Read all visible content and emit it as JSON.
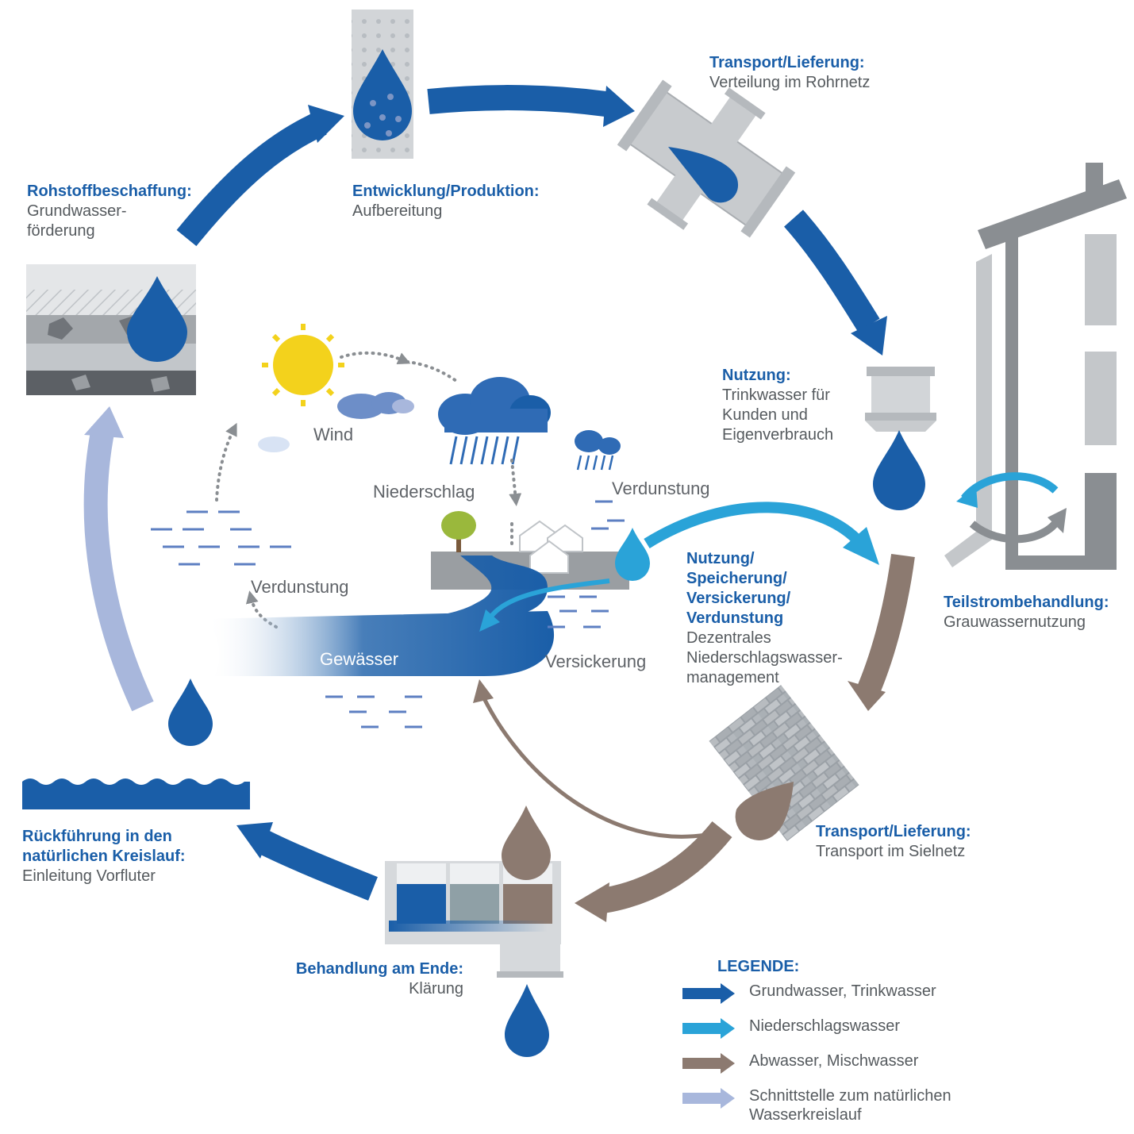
{
  "colors": {
    "groundwater": "#1a5ea8",
    "precipitation": "#2aa3d8",
    "wastewater": "#8c7a70",
    "interface": "#a8b7dc",
    "label_heading": "#1a5ea8",
    "label_text": "#555a5e"
  },
  "stages": {
    "raw_material": {
      "heading": "Rohstoffbeschaffung:",
      "lines": [
        "Grundwasser-",
        "förderung"
      ]
    },
    "production": {
      "heading": "Entwicklung/Produktion:",
      "lines": [
        "Aufbereitung"
      ]
    },
    "transport_supply": {
      "heading": "Transport/Lieferung:",
      "lines": [
        "Verteilung im Rohrnetz"
      ]
    },
    "usage": {
      "heading": "Nutzung:",
      "lines": [
        "Trinkwasser für",
        "Kunden und",
        "Eigenverbrauch"
      ]
    },
    "partial_treatment": {
      "heading": "Teilstrombehandlung:",
      "lines": [
        "Grauwassernutzung"
      ]
    },
    "storm_management": {
      "heading": "Nutzung/\nSpeicherung/\nVersickerung/\nVerdunstung",
      "lines": [
        "Dezentrales",
        "Niederschlagswasser-",
        "management"
      ]
    },
    "transport_sewer": {
      "heading": "Transport/Lieferung:",
      "lines": [
        "Transport im Sielnetz"
      ]
    },
    "end_treatment": {
      "heading": "Behandlung am Ende:",
      "lines": [
        "Klärung"
      ]
    },
    "return": {
      "heading": "Rückführung in den\nnatürlichen Kreislauf:",
      "lines": [
        "Einleitung Vorfluter"
      ]
    }
  },
  "scene_labels": {
    "wind": "Wind",
    "precipitation": "Niederschlag",
    "evaporation_right": "Verdunstung",
    "evaporation_left": "Verdunstung",
    "water_body": "Gewässer",
    "infiltration": "Versickerung"
  },
  "icons": [
    "filter-icon",
    "pipe-icon",
    "tap-icon",
    "house-icon",
    "soil-icon",
    "sewer-pipe-icon",
    "treatment-plant-icon",
    "sun-icon",
    "cloud-icon",
    "rain-cloud-icon",
    "tree-icon",
    "water-drop-icon",
    "river-icon"
  ],
  "legend": {
    "title": "LEGENDE:",
    "items": [
      {
        "label": "Grundwasser, Trinkwasser",
        "color": "#1a5ea8"
      },
      {
        "label": "Niederschlagswasser",
        "color": "#2aa3d8"
      },
      {
        "label": "Abwasser, Mischwasser",
        "color": "#8c7a70"
      },
      {
        "label": "Schnittstelle zum natürlichen\nWasserkreislauf",
        "color": "#a8b7dc"
      }
    ]
  }
}
